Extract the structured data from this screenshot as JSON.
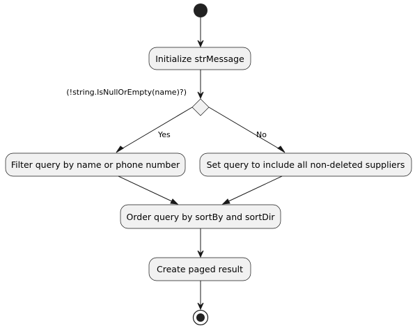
{
  "diagram": {
    "nodes": {
      "initialize": {
        "label": "Initialize strMessage"
      },
      "condition": {
        "label": "(!string.IsNullOrEmpty(name)?)"
      },
      "filter": {
        "label": "Filter query by name or phone number"
      },
      "set_query": {
        "label": "Set query to include all non-deleted suppliers"
      },
      "order": {
        "label": "Order query by sortBy and sortDir"
      },
      "paged": {
        "label": "Create paged result"
      }
    },
    "branches": {
      "yes": {
        "label": "Yes"
      },
      "no": {
        "label": "No"
      }
    }
  },
  "colors": {
    "node_fill": "#f1f1f1",
    "stroke": "#181818",
    "background": "#ffffff"
  }
}
